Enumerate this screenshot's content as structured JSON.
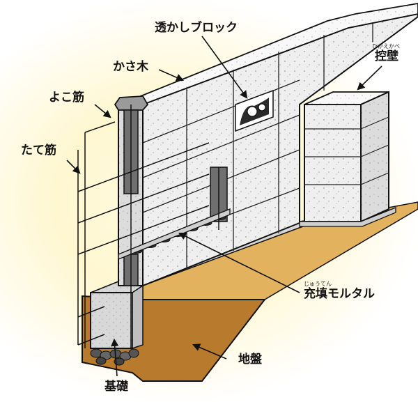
{
  "labels": {
    "sukashi_block": "透かしブロック",
    "kasagi": "かさ木",
    "yoko_kin": "よこ筋",
    "tate_kin": "たて筋",
    "hikae_kabe": "控壁",
    "hikae_kabe_ruby": "ひかえかべ",
    "juten_mortar": "充填モルタル",
    "juten_ruby": "じゅうてん",
    "jiban": "地盤",
    "kiso": "基礎"
  },
  "colors": {
    "block": "#eeeeee",
    "block_top": "#f7f7f7",
    "block_side": "#dcdcdc",
    "soil": "#b87a2c",
    "soil_top": "#e2b25e",
    "concrete": "#d6d6d6",
    "outline": "#111111"
  }
}
